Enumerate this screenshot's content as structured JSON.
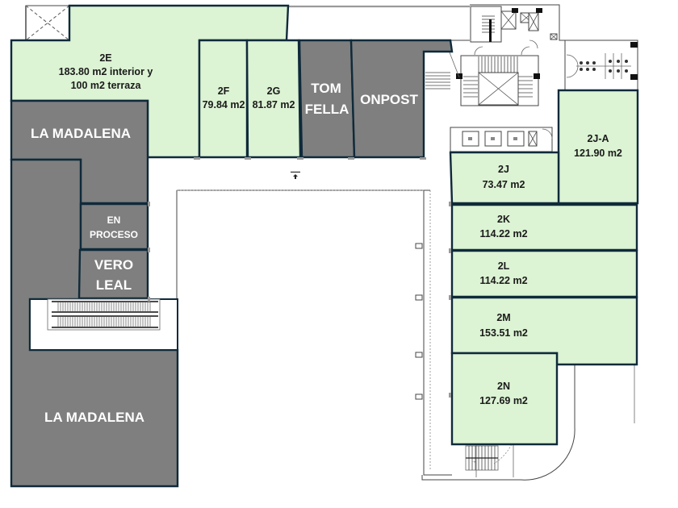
{
  "plan": {
    "title": "Floor 2 commercial units plan",
    "colors": {
      "available": "#dcf3d4",
      "occupied": "#7f7f7f",
      "outline": "#0f2a3a",
      "label_available": "#1a1a1a",
      "label_occupied": "#ffffff"
    },
    "units": {
      "2E": {
        "name": "2E",
        "area_line1": "183.80 m2 interior y",
        "area_line2": "100 m2 terraza",
        "status": "available"
      },
      "2F": {
        "name": "2F",
        "area": "79.84 m2",
        "status": "available"
      },
      "2G": {
        "name": "2G",
        "area": "81.87 m2",
        "status": "available"
      },
      "2J": {
        "name": "2J",
        "area": "73.47 m2",
        "status": "available"
      },
      "2JA": {
        "name": "2J-A",
        "area": "121.90 m2",
        "status": "available"
      },
      "2K": {
        "name": "2K",
        "area": "114.22 m2",
        "status": "available"
      },
      "2L": {
        "name": "2L",
        "area": "114.22 m2",
        "status": "available"
      },
      "2M": {
        "name": "2M",
        "area": "153.51 m2",
        "status": "available"
      },
      "2N": {
        "name": "2N",
        "area": "127.69 m2",
        "status": "available"
      }
    },
    "tenants": {
      "la_madalena_top": {
        "name": "LA MADALENA",
        "status": "occupied"
      },
      "tom_fella": {
        "line1": "TOM",
        "line2": "FELLA",
        "status": "occupied"
      },
      "onpost": {
        "name": "ONPOST",
        "status": "occupied"
      },
      "en_proceso": {
        "line1": "EN",
        "line2": "PROCESO",
        "status": "in-process"
      },
      "vero_leal": {
        "line1": "VERO",
        "line2": "LEAL",
        "status": "occupied"
      },
      "la_madalena_bottom": {
        "name": "LA MADALENA",
        "status": "occupied"
      }
    },
    "icons": {
      "stairs": "stairs-icon",
      "elevator": "elevator-icon",
      "escalator": "escalator-icon",
      "restroom": "restroom-icon",
      "void": "void-icon"
    }
  }
}
